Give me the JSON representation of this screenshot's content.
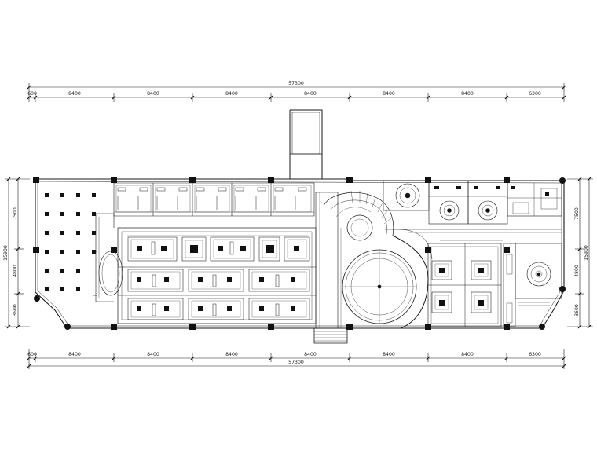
{
  "drawing": {
    "type": "architectural ceiling plan",
    "line_color": "#1a1a1a",
    "background": "#ffffff"
  },
  "top_dimensions": {
    "total": "57300",
    "segments": [
      "600",
      "8400",
      "8400",
      "8400",
      "8400",
      "8400",
      "8400",
      "6300"
    ]
  },
  "bottom_dimensions": {
    "total": "57300",
    "segments": [
      "600",
      "8400",
      "8400",
      "8400",
      "8400",
      "8400",
      "8400",
      "6300"
    ]
  },
  "left_dimensions": {
    "total": "15900",
    "segments": [
      "7500",
      "4800",
      "3600"
    ]
  },
  "right_dimensions": {
    "total": "15900",
    "segments": [
      "7500",
      "4800",
      "3600"
    ]
  }
}
